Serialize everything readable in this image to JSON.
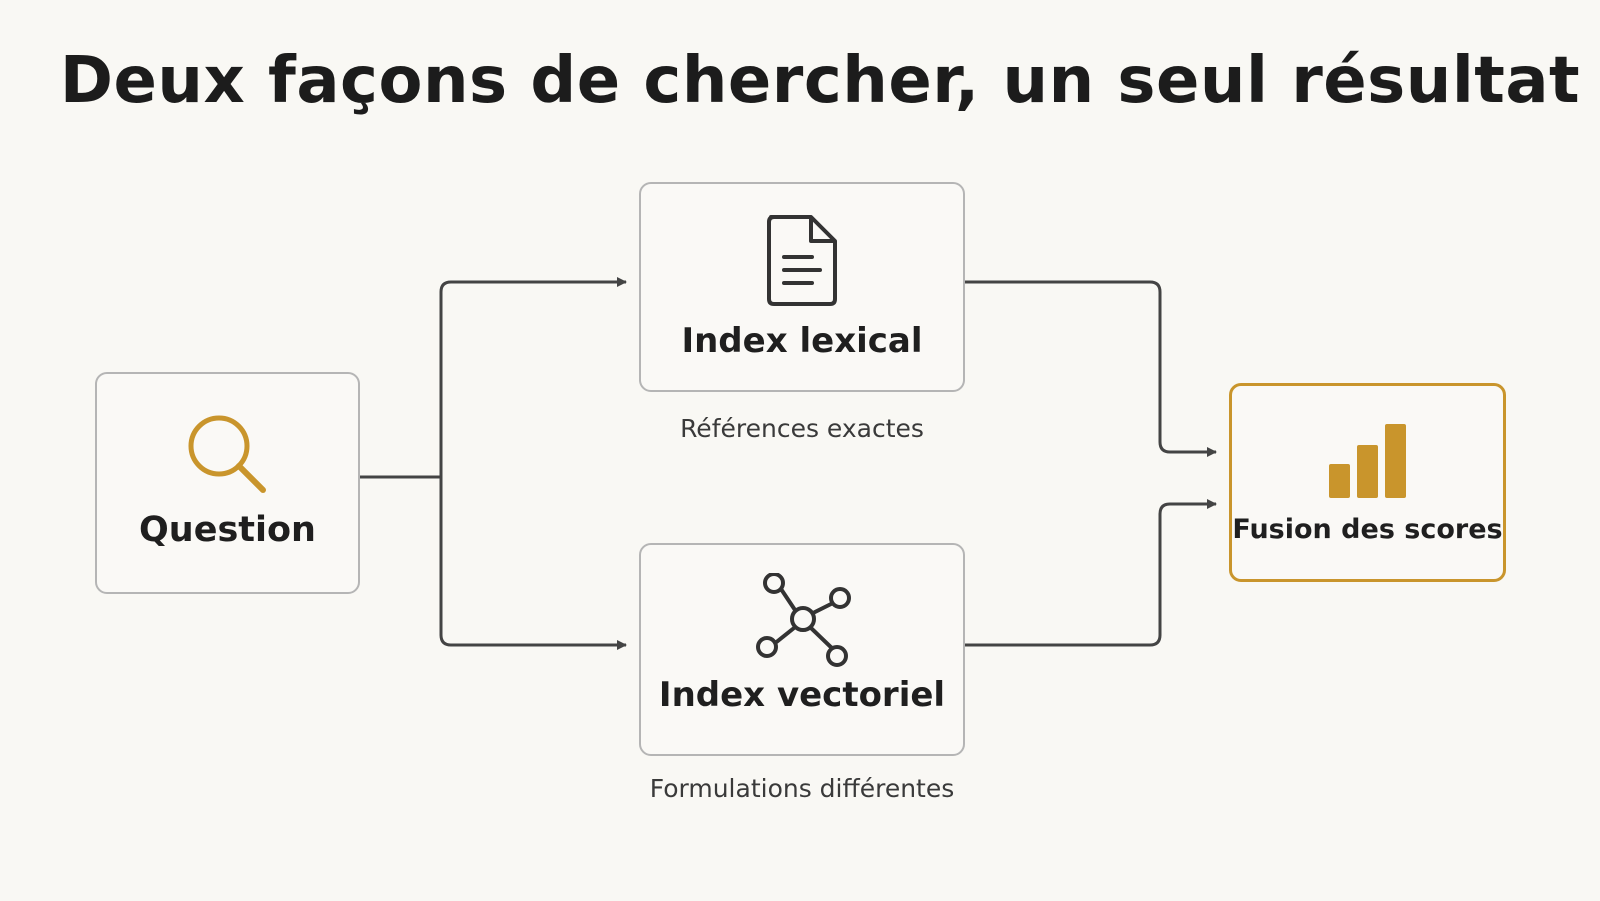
{
  "title": "Deux façons de chercher, un seul résultat",
  "nodes": {
    "question": {
      "label": "Question",
      "icon": "search-icon"
    },
    "lexical": {
      "label": "Index lexical",
      "icon": "document-icon",
      "caption": "Références exactes"
    },
    "vector": {
      "label": "Index vectoriel",
      "icon": "network-graph-icon",
      "caption": "Formulations différentes"
    },
    "fusion": {
      "label": "Fusion des scores",
      "icon": "bar-chart-icon"
    }
  },
  "colors": {
    "background": "#f9f8f4",
    "accent": "#c9952c",
    "line": "#444444",
    "box_border": "#b5b5b5"
  }
}
